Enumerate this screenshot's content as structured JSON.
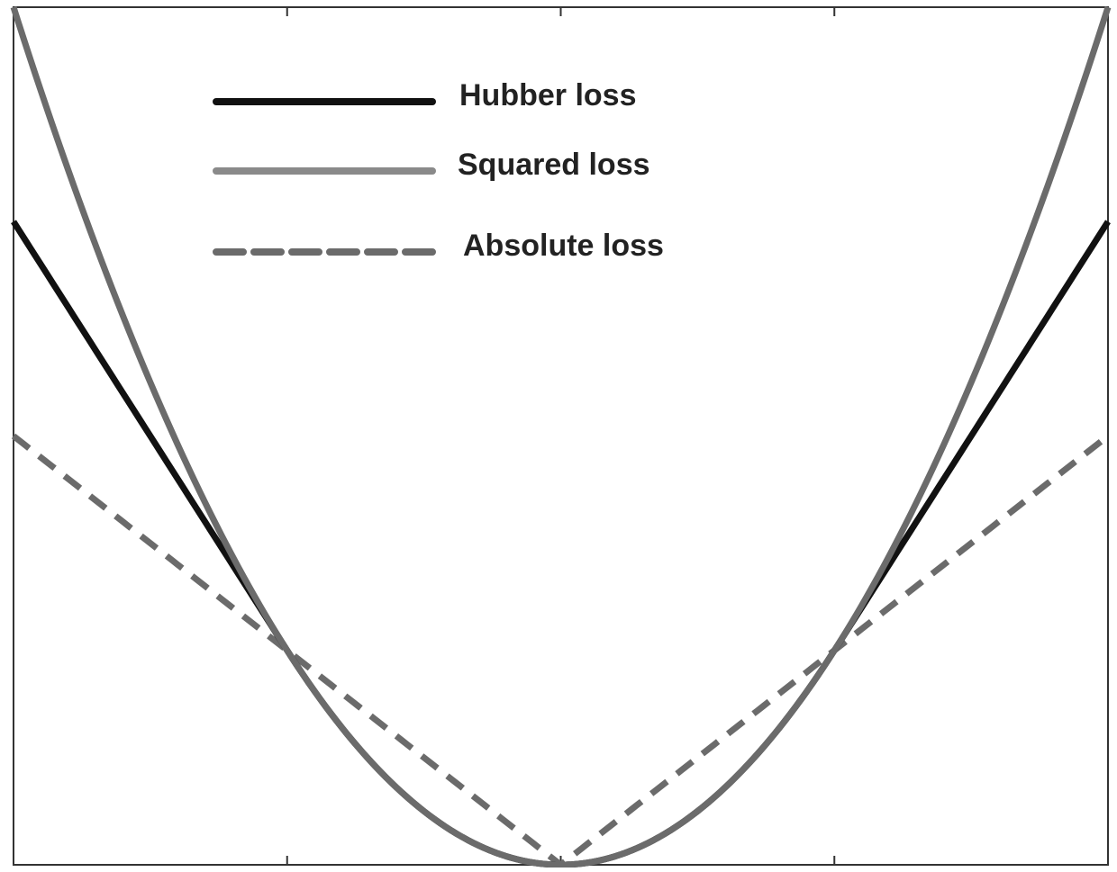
{
  "chart_data": {
    "type": "line",
    "title": "",
    "xlabel": "",
    "ylabel": "",
    "xlim": [
      -2,
      2
    ],
    "ylim": [
      0,
      4
    ],
    "x_ticks": [
      -1,
      0,
      1
    ],
    "show_tick_labels": false,
    "grid": false,
    "legend_position": "top-left",
    "series": [
      {
        "name": "Hubber  loss",
        "function": "huber",
        "delta": 1,
        "x": [
          -2,
          -1.5,
          -1,
          -0.5,
          0,
          0.5,
          1,
          1.5,
          2
        ],
        "y": [
          3,
          2,
          1,
          0.25,
          0,
          0.25,
          1,
          2,
          3
        ],
        "color": "#111111",
        "style": "solid"
      },
      {
        "name": "Squared loss",
        "function": "squared",
        "x": [
          -2,
          -1.5,
          -1,
          -0.5,
          0,
          0.5,
          1,
          1.5,
          2
        ],
        "y": [
          4,
          2.25,
          1,
          0.25,
          0,
          0.25,
          1,
          2.25,
          4
        ],
        "color": "#6b6b6b",
        "style": "solid"
      },
      {
        "name": "Absolute loss",
        "function": "absolute",
        "x": [
          -2,
          -1,
          0,
          1,
          2
        ],
        "y": [
          2,
          1,
          0,
          1,
          2
        ],
        "color": "#6b6b6b",
        "style": "dashed"
      }
    ]
  }
}
